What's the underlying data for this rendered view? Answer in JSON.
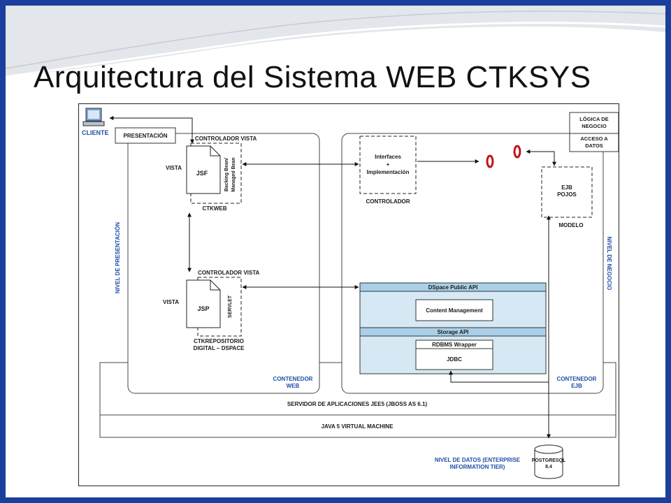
{
  "slide": {
    "title": "Arquitectura del Sistema WEB CTKSYS",
    "border_color": "#1b3f9c"
  },
  "diagram": {
    "cliente": "CLIENTE",
    "presentacion": "PRESENTACIÓN",
    "controlador_vista_1": "CONTROLADOR VISTA",
    "vista_1": "VISTA",
    "jsf": "JSF",
    "backing_bean_1": "Backing Bean/",
    "backing_bean_2": "Managed Bean",
    "ctkweb": "CTKWEB",
    "controlador_vista_2": "CONTROLADOR VISTA",
    "vista_2": "VISTA",
    "jsp": "JSP",
    "servlet": "SERVLET",
    "ctkrepositorio_1": "CTKREPOSITORIO",
    "ctkrepositorio_2": "DIGITAL – DSPACE",
    "nivel_presentacion": "NIVEL DE PRESENTACIÓN",
    "contenedor_web_1": "CONTENEDOR",
    "contenedor_web_2": "WEB",
    "interfaces_1": "Interfaces",
    "interfaces_2": "+",
    "interfaces_3": "Implementación",
    "controlador": "CONTROLADOR",
    "logica_1": "LÓGICA DE",
    "logica_2": "NEGOCIO",
    "acceso_1": "ACCESO A",
    "acceso_2": "DATOS",
    "ejb_1": "EJB",
    "ejb_2": "POJOS",
    "modelo": "MODELO",
    "nivel_negocio": "NIVEL DE NEGOCIO",
    "dspace_api": "DSpace Public API",
    "content_mgmt": "Content Management",
    "storage_api": "Storage API",
    "rdbms": "RDBMS Wrapper",
    "jdbc": "JDBC",
    "contenedor_ejb_1": "CONTENEDOR",
    "contenedor_ejb_2": "EJB",
    "servidor": "SERVIDOR DE APLICACIONES JEE5 (JBOSS AS 6.1)",
    "java_vm": "JAVA 5 VIRTUAL MACHINE",
    "nivel_datos_1": "NIVEL DE DATOS (ENTERPRISE",
    "nivel_datos_2": "INFORMATION TIER)",
    "postgres_1": "POSTGRESQL",
    "postgres_2": "8.4"
  }
}
